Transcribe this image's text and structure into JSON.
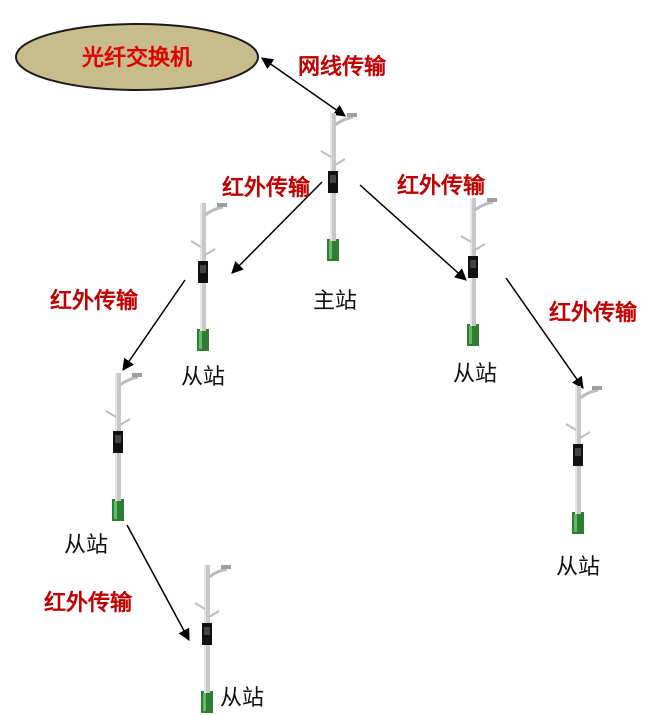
{
  "switch": {
    "label": "光纤交换机",
    "fill": "#c9bc8c",
    "stroke": "#1a1a1a",
    "text_color": "#e00000"
  },
  "links": {
    "ethernet": "网线传输",
    "ir_main_left": "红外传输",
    "ir_main_right": "红外传输",
    "ir_left_down": "红外传输",
    "ir_right_down": "红外传输",
    "ir_bottom": "红外传输"
  },
  "stations": {
    "main": "主站",
    "slave_a": "从站",
    "slave_b": "从站",
    "slave_c": "从站",
    "slave_d": "从站",
    "slave_e": "从站"
  },
  "colors": {
    "link_label": "#c00000",
    "pole": "#c8c8c8",
    "box": "#111111",
    "base": "#2e7d32",
    "arrow": "#000000"
  },
  "icons": {
    "pole": "street-light-pole-icon"
  }
}
